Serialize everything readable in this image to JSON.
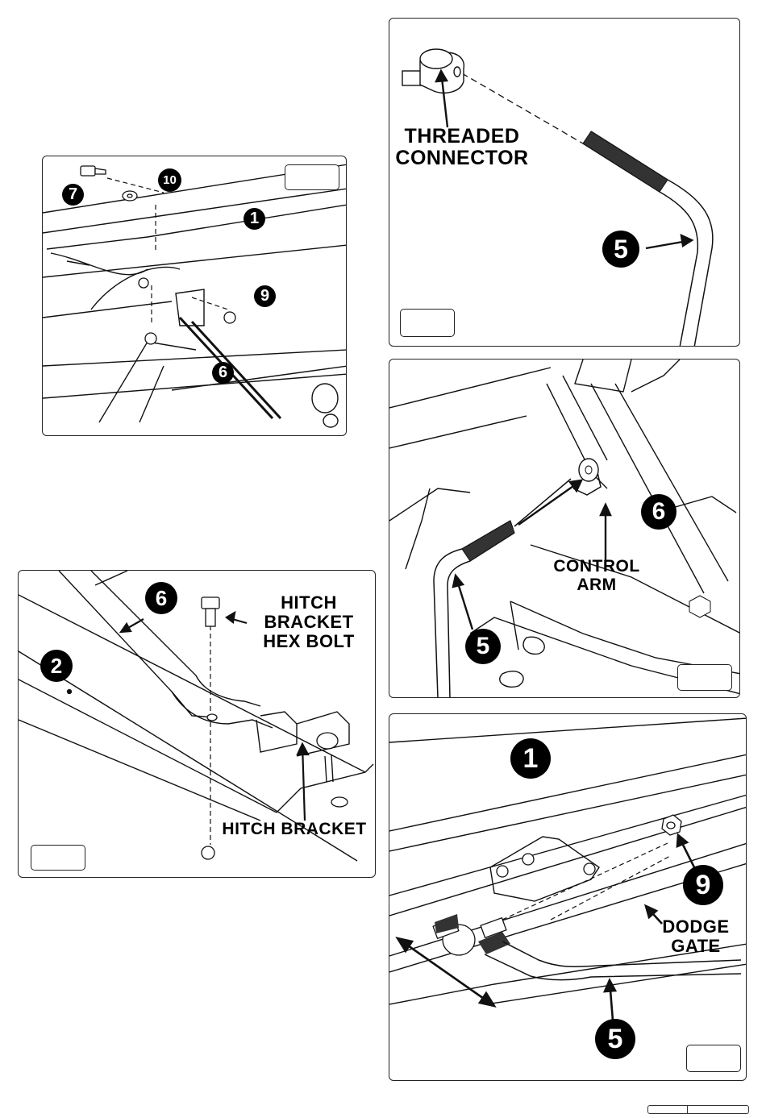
{
  "panels": {
    "top_left": {
      "callouts": {
        "c7": "7",
        "c10": "10",
        "c1": "1",
        "c9": "9",
        "c6": "6"
      },
      "step_tag": ""
    },
    "hitch": {
      "callouts": {
        "c6": "6",
        "c2": "2"
      },
      "labels": {
        "hex_bolt": "HITCH\nBRACKET\nHEX BOLT",
        "bracket": "HITCH BRACKET"
      },
      "step_tag": ""
    },
    "threaded": {
      "labels": {
        "connector": "THREADED\nCONNECTOR"
      },
      "callouts": {
        "c5": "5"
      },
      "step_tag": ""
    },
    "control_arm": {
      "labels": {
        "control_arm": "CONTROL\nARM"
      },
      "callouts": {
        "c6": "6",
        "c5": "5"
      },
      "step_tag": ""
    },
    "dodge_gate": {
      "labels": {
        "dodge_gate": "DODGE\nGATE"
      },
      "callouts": {
        "c1": "1",
        "c9": "9",
        "c5": "5"
      },
      "step_tag": ""
    }
  },
  "footer": {
    "page_ref_left": "",
    "page_ref_right": ""
  }
}
